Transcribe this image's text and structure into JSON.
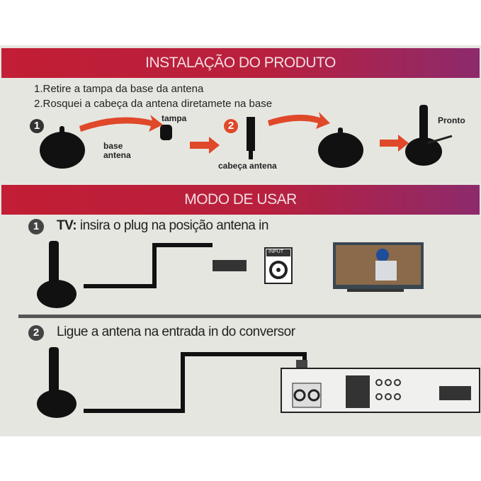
{
  "installation": {
    "title": "INSTALAÇÃO DO PRODUTO",
    "steps": [
      "1.Retire a tampa da base da antena",
      "2.Rosquei a cabeça da antena diretamete na base"
    ],
    "badge1": "1",
    "badge2": "2",
    "label_base": "base\nantena",
    "label_tampa": "tampa",
    "label_cabeca": "cabeça antena",
    "label_pronto": "Pronto"
  },
  "usage": {
    "title": "MODO DE USAR",
    "step1_num": "1",
    "step1_prefix": "TV:",
    "step1_text": "insira o plug na posição antena in",
    "input_label": "INPUT",
    "step2_num": "2",
    "step2_text": "Ligue a antena na entrada in do conversor"
  },
  "colors": {
    "banner_red": "#c21e35",
    "banner_purple": "#8d2a6c",
    "arrow": "#e0482a"
  }
}
